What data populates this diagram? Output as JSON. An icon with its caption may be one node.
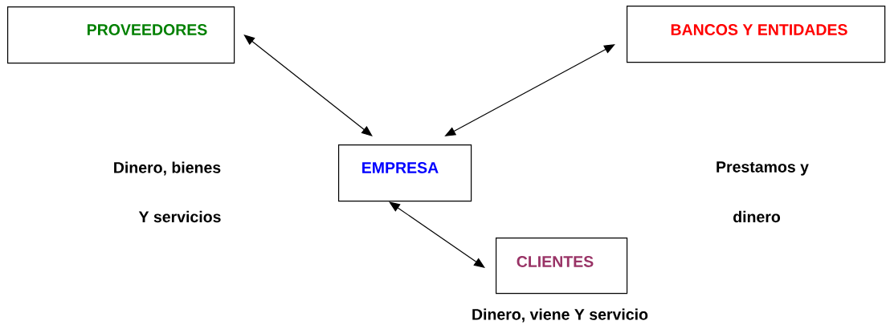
{
  "diagram": {
    "nodes": [
      {
        "text": [
          "PROVEEDORES"
        ]
      },
      {
        "text": [
          "BANCOS Y ENTIDADES"
        ]
      },
      {
        "text": [
          "EMPRESA"
        ]
      },
      {
        "text": [
          "CLIENTES"
        ]
      }
    ],
    "edges": [
      {
        "from": 0,
        "to": 2,
        "arrow": "both"
      },
      {
        "from": 1,
        "to": 2,
        "arrow": "both"
      },
      {
        "from": 2,
        "to": 3,
        "arrow": "both"
      }
    ],
    "labels": [
      "Dinero, bienes",
      "Prestamos y",
      "Y servicios",
      "dinero",
      "Dinero, viene Y servicio"
    ]
  }
}
